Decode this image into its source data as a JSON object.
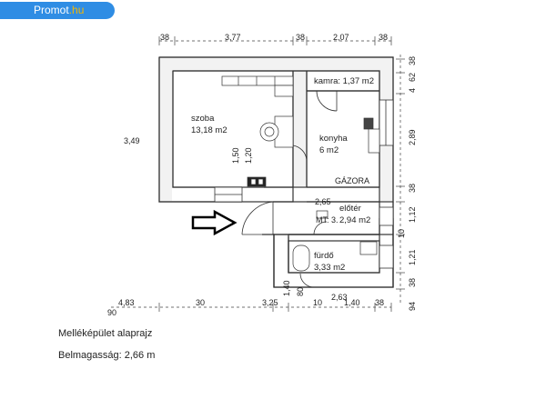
{
  "site_badge": {
    "brand": "Promot",
    "suffix": ".hu"
  },
  "rooms": {
    "szoba": {
      "name": "szoba",
      "area": "13,18 m2"
    },
    "kamra": {
      "name": "kamra: 1,37 m2"
    },
    "konyha": {
      "name": "konyha",
      "area": "6 m2"
    },
    "eloter": {
      "name": "előtér",
      "area": "2,94 m2"
    },
    "furdo": {
      "name": "fürdő",
      "area": "3,33 m2"
    }
  },
  "labels": {
    "gazora": "GÁZORA",
    "mt": "MT: 3."
  },
  "dimensions": {
    "top": [
      "38",
      "3,77",
      "38",
      "2,07",
      "38"
    ],
    "left": "3,49",
    "right": [
      "38",
      "62",
      "4",
      "2,89",
      "38",
      "1,12",
      "10",
      "1,21",
      "38",
      "94"
    ],
    "bottom": [
      "4,83",
      "90",
      "30",
      "3,25",
      "1,40",
      "80",
      "10",
      "2,63",
      "1,40",
      "38"
    ],
    "inner": [
      "1,50",
      "1,20",
      "2,65"
    ]
  },
  "captions": {
    "title": "Melléképület alaprajz",
    "height": "Belmagasság: 2,66 m"
  }
}
